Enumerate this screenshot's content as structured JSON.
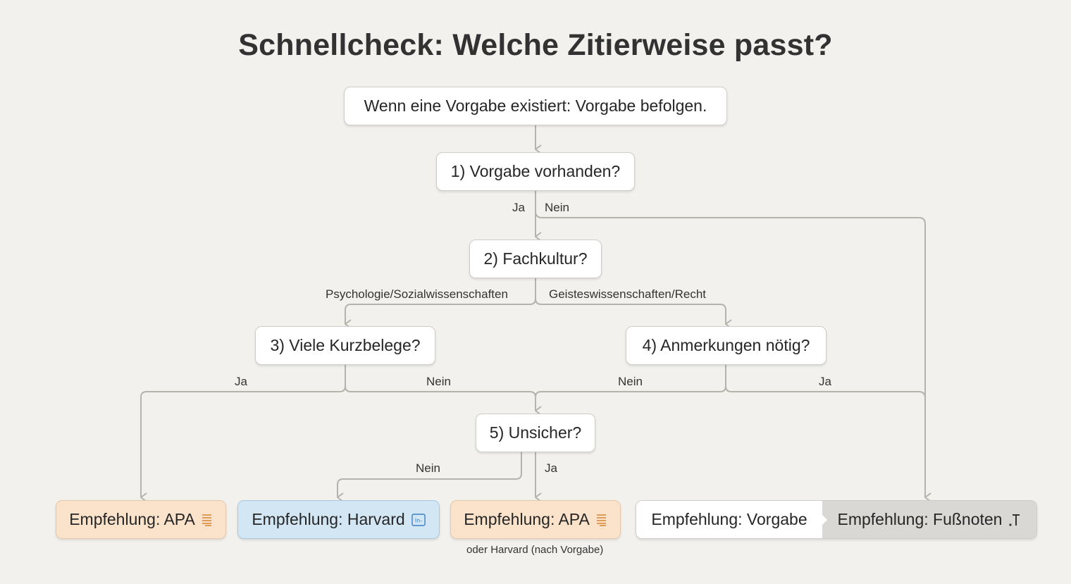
{
  "title": "Schnellcheck: Welche Zitierweise passt?",
  "nodes": {
    "start": "Wenn eine Vorgabe existiert: Vorgabe befolgen.",
    "q1": "1) Vorgabe vorhanden?",
    "q2": "2) Fachkultur?",
    "q3": "3) Viele Kurzbelege?",
    "q4": "4) Anmerkungen nötig?",
    "q5": "5) Unsicher?"
  },
  "edge_labels": {
    "q1_yes": "Ja",
    "q1_no": "Nein",
    "q2_left": "Psychologie/Sozialwissenschaften",
    "q2_right": "Geisteswissenschaften/Recht",
    "q3_yes": "Ja",
    "q3_no": "Nein",
    "q4_no": "Nein",
    "q4_yes": "Ja",
    "q5_no": "Nein",
    "q5_yes": "Ja"
  },
  "results": {
    "apa_left": "Empfehlung: APA",
    "harvard": "Empfehlung: Harvard",
    "apa_mid": "Empfehlung: APA",
    "apa_mid_note": "oder Harvard (nach Vorgabe)",
    "vorgabe": "Empfehlung: Vorgabe",
    "fussnoten": "Empfehlung: Fußnoten"
  },
  "icons": {
    "apa": "lines-document-icon",
    "harvard": "bracket-reference-icon",
    "fussnoten": "footnote-mark-icon"
  },
  "colors": {
    "apa": "#fbe3cb",
    "harvard": "#d3e6f4",
    "fussnoten": "#d9d8d5",
    "connector": "#b5b3ae"
  }
}
